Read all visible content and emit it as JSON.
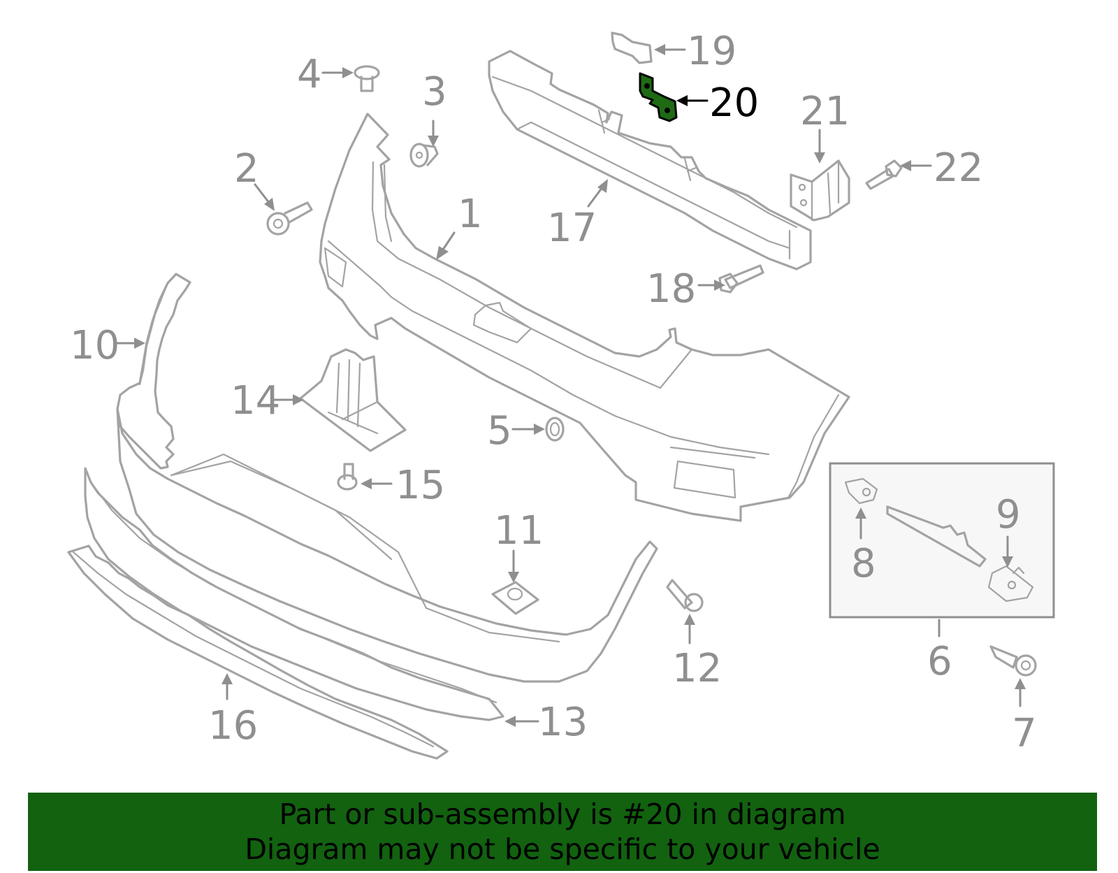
{
  "diagram": {
    "highlight_color": "#1e6b14",
    "highlighted_part": "20",
    "callouts": [
      {
        "id": "1",
        "label": "1"
      },
      {
        "id": "2",
        "label": "2"
      },
      {
        "id": "3",
        "label": "3"
      },
      {
        "id": "4",
        "label": "4"
      },
      {
        "id": "5",
        "label": "5"
      },
      {
        "id": "6",
        "label": "6"
      },
      {
        "id": "7",
        "label": "7"
      },
      {
        "id": "8",
        "label": "8"
      },
      {
        "id": "9",
        "label": "9"
      },
      {
        "id": "10",
        "label": "10"
      },
      {
        "id": "11",
        "label": "11"
      },
      {
        "id": "12",
        "label": "12"
      },
      {
        "id": "13",
        "label": "13"
      },
      {
        "id": "14",
        "label": "14"
      },
      {
        "id": "15",
        "label": "15"
      },
      {
        "id": "16",
        "label": "16"
      },
      {
        "id": "17",
        "label": "17"
      },
      {
        "id": "18",
        "label": "18"
      },
      {
        "id": "19",
        "label": "19"
      },
      {
        "id": "20",
        "label": "20"
      },
      {
        "id": "21",
        "label": "21"
      },
      {
        "id": "22",
        "label": "22"
      }
    ]
  },
  "banner": {
    "line1": "Part or sub-assembly is #20 in diagram",
    "line2": "Diagram may not be specific to your vehicle",
    "background": "#126210"
  }
}
